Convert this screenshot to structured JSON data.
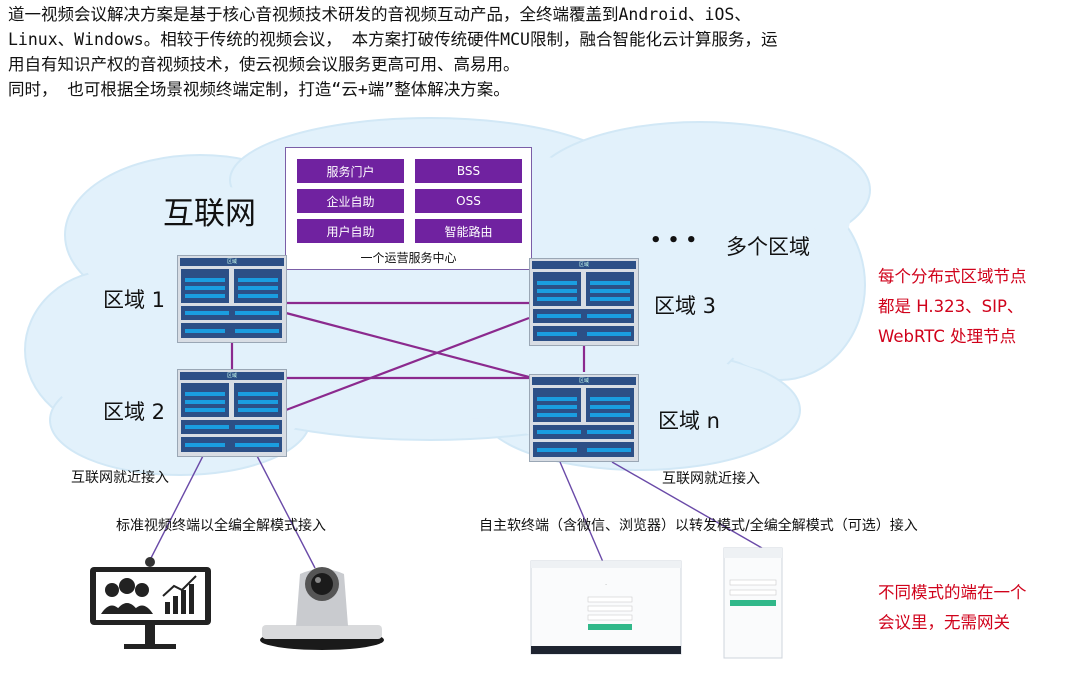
{
  "intro": {
    "line1": "道一视频会议解决方案是基于核心音视频技术研发的音视频互动产品，全终端覆盖到Android、iOS、",
    "line2": "Linux、Windows。相较于传统的视频会议， 本方案打破传统硬件MCU限制，融合智能化云计算服务，运",
    "line3": "用自有知识产权的音视频技术，使云视频会议服务更高可用、高易用。",
    "line4": "同时， 也可根据全场景视频终端定制，打造“云+端”整体解决方案。"
  },
  "internet_label": "互联网",
  "ops_center": {
    "items": [
      "服务门户",
      "BSS",
      "企业自助",
      "OSS",
      "用户自助",
      "智能路由"
    ],
    "caption": "一个运营服务中心"
  },
  "ellipsis": "• • •",
  "multi_region": "多个区域",
  "regions": [
    "区域 1",
    "区域 2",
    "区域 3",
    "区域 n"
  ],
  "node_header": "区域",
  "access_left": "互联网就近接入",
  "access_right": "互联网就近接入",
  "std_terminal": "标准视频终端以全编全解模式接入",
  "soft_terminal": "自主软终端（含微信、浏览器）以转发模式/全编全解模式（可选）接入",
  "note_top": {
    "line1": "每个分布式区域节点",
    "line2": "都是 H.323、SIP、",
    "line3": "WebRTC 处理节点"
  },
  "note_bottom": {
    "line1": "不同模式的端在一个",
    "line2": "会议里，无需网关"
  },
  "colors": {
    "purple": "#7022a0",
    "link": "#8b2a8e",
    "cloud": "#e2f1fb",
    "cloud_edge": "#cfe6f6",
    "red": "#d0021b"
  },
  "icons": [
    "video-conference-monitor-icon",
    "ptz-camera-icon",
    "desktop-client-icon",
    "mobile-client-icon"
  ]
}
